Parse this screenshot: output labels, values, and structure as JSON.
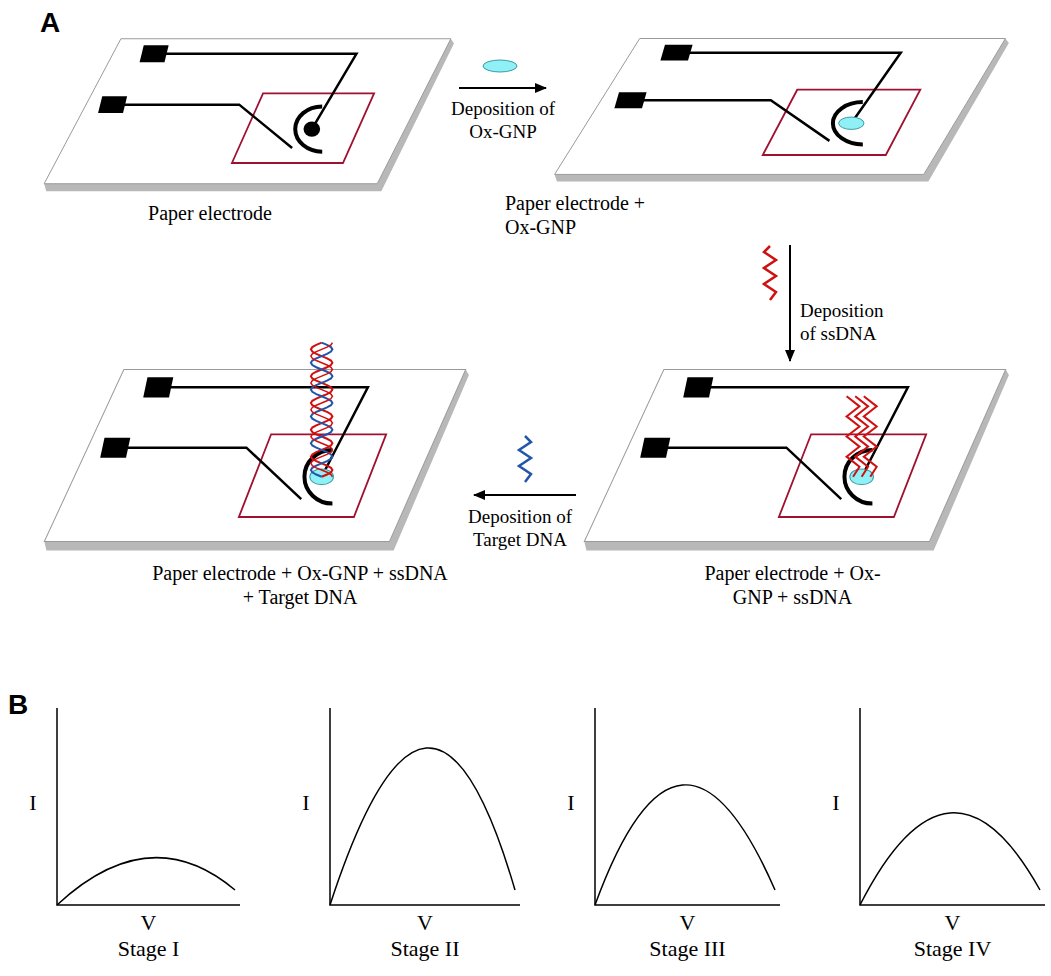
{
  "diagram": {
    "nodes": [
      {
        "text": [
          "Paper electrode"
        ]
      },
      {
        "text": [
          "Paper electrode + Ox-GNP"
        ]
      },
      {
        "text": [
          "Paper electrode + Ox-GNP + ssDNA + Target DNA"
        ]
      },
      {
        "text": [
          "Paper electrode + Ox-GNP + ssDNA"
        ]
      }
    ],
    "edges": [
      {
        "from": 0,
        "to": 1,
        "arrow": "to",
        "label": "Deposition of Ox-GNP"
      },
      {
        "from": 1,
        "to": 3,
        "arrow": "to",
        "label": "Deposition of ssDNA"
      },
      {
        "from": 3,
        "to": 2,
        "arrow": "to",
        "label": "Deposition of Target DNA"
      }
    ],
    "labels": [
      "A",
      "B",
      "I",
      "V",
      "Stage I",
      "I",
      "V",
      "Stage II",
      "I",
      "V",
      "Stage III",
      "I",
      "V",
      "Stage IV"
    ]
  }
}
